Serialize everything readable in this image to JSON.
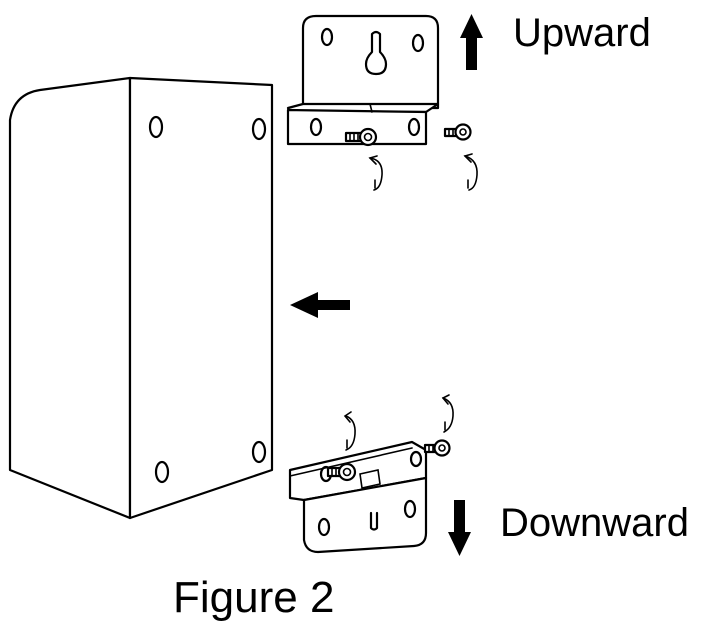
{
  "figure": {
    "labels": {
      "upward": "Upward",
      "downward": "Downward",
      "caption": "Figure 2"
    },
    "colors": {
      "ink": "#000000",
      "background": "#ffffff"
    },
    "icons": [
      "up-arrow-icon",
      "left-arrow-icon",
      "down-arrow-icon",
      "rotate-screw-icon",
      "screw-icon"
    ]
  }
}
